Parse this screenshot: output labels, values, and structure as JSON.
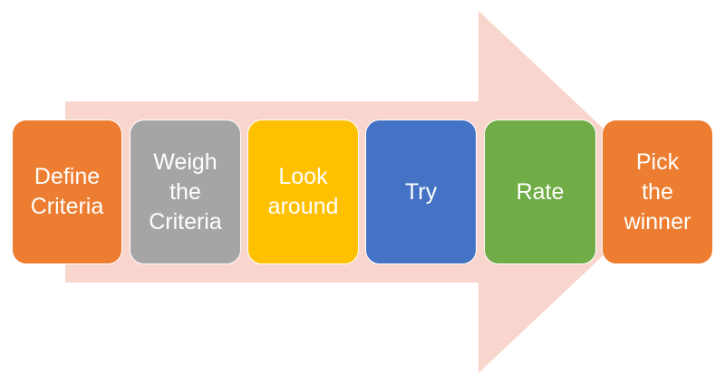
{
  "diagram": {
    "type": "process-arrow",
    "arrow_color": "#f8d5cd",
    "steps": [
      {
        "label": "Define\nCriteria",
        "color": "#ed7d31"
      },
      {
        "label": "Weigh\nthe\nCriteria",
        "color": "#a5a5a5"
      },
      {
        "label": "Look\naround",
        "color": "#ffc000"
      },
      {
        "label": "Try",
        "color": "#4472c4"
      },
      {
        "label": "Rate",
        "color": "#70ad47"
      },
      {
        "label": "Pick\nthe\nwinner",
        "color": "#ed7d31"
      }
    ]
  }
}
